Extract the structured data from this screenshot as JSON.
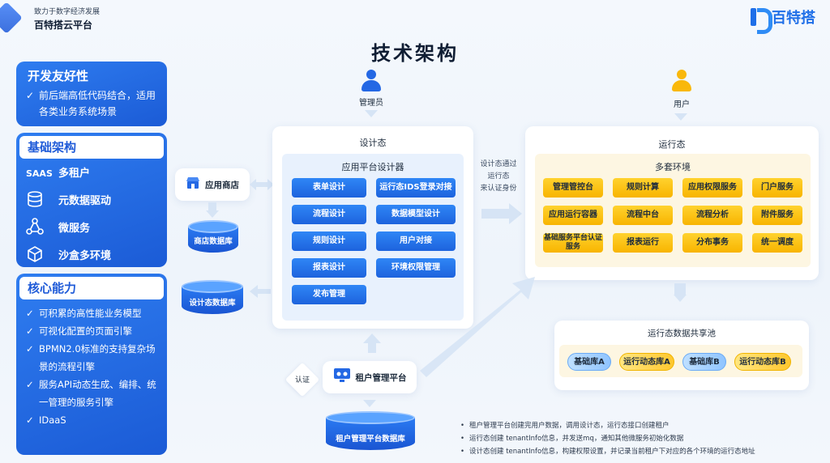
{
  "header": {
    "brand_sub": "致力于数字经济发展",
    "brand_title": "百特搭云平台",
    "logo_text": "百特搭",
    "main_title": "技术架构"
  },
  "left_panels": {
    "dev": {
      "title": "开发友好性",
      "items": [
        "前后端高低代码结合，适用各类业务系统场景"
      ]
    },
    "infra": {
      "title": "基础架构",
      "items": [
        {
          "icon": "SAAS",
          "label": "多租户"
        },
        {
          "icon": "database-icon",
          "label": "元数据驱动"
        },
        {
          "icon": "network-icon",
          "label": "微服务"
        },
        {
          "icon": "cube-icon",
          "label": "沙盒多环境"
        }
      ]
    },
    "core": {
      "title": "核心能力",
      "items": [
        "可积累的高性能业务模型",
        "可视化配置的页面引擎",
        "BPMN2.0标准的支持复杂场景的流程引擎",
        "服务API动态生成、编排、统一管理的服务引擎",
        "IDaaS"
      ]
    }
  },
  "design": {
    "role": "管理员",
    "title": "设计态",
    "inner_title": "应用平台设计器",
    "buttons": [
      "表单设计",
      "运行态IDS登录对接",
      "流程设计",
      "数据模型设计",
      "规则设计",
      "用户对接",
      "报表设计",
      "环境权限管理",
      "发布管理"
    ]
  },
  "app_store": {
    "label": "应用商店",
    "db_label": "商店数据库",
    "design_db_label": "设计态数据库"
  },
  "sync_note": [
    "设计态通过",
    "运行态",
    "来认证身份"
  ],
  "runtime": {
    "role": "用户",
    "title": "运行态",
    "inner_title": "多套环境",
    "buttons": [
      "管理管控台",
      "规则计算",
      "应用权限服务",
      "门户服务",
      "应用运行容器",
      "流程中台",
      "流程分析",
      "附件服务",
      "基础服务平台认证服务",
      "报表运行",
      "分布事务",
      "统一调度"
    ]
  },
  "pool": {
    "title": "运行态数据共享池",
    "items": [
      "基础库A",
      "运行动态库A",
      "基础库B",
      "运行动态库B"
    ]
  },
  "tenant": {
    "auth_label": "认证",
    "label": "租户管理平台",
    "db_label": "租户管理平台数据库"
  },
  "notes": [
    "租户管理平台创建完用户数据，调用设计态，运行态接口创建租户",
    "运行态创建 tenantInfo信息，并发送mq，通知其他微服务初始化数据",
    "设计态创建 tenantInfo信息，构建权限设置，并记录当前租户下对应的各个环境的运行态地址"
  ]
}
